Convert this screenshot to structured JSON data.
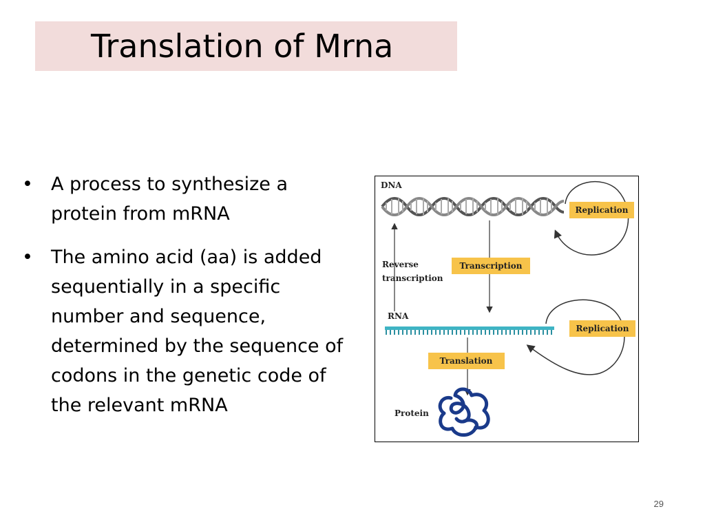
{
  "slide": {
    "title": "Translation of Mrna",
    "bullets": [
      "A process to synthesize a protein from mRNA",
      "The amino acid (aa) is added sequentially in a specific number and sequence, determined by the sequence of codons in the genetic code of the relevant mRNA"
    ],
    "page_number": "29"
  },
  "figure": {
    "labels": {
      "dna": "DNA",
      "reverse_line1": "Reverse",
      "reverse_line2": "transcription",
      "rna": "RNA",
      "protein": "Protein"
    },
    "process_boxes": {
      "replication_dna": "Replication",
      "transcription": "Transcription",
      "replication_rna": "Replication",
      "translation": "Translation"
    },
    "colors": {
      "label_box": "#f7c34a",
      "rna_strand": "#3fb4c4",
      "protein": "#1a3a8a",
      "title_background": "#f2dcdb"
    }
  }
}
